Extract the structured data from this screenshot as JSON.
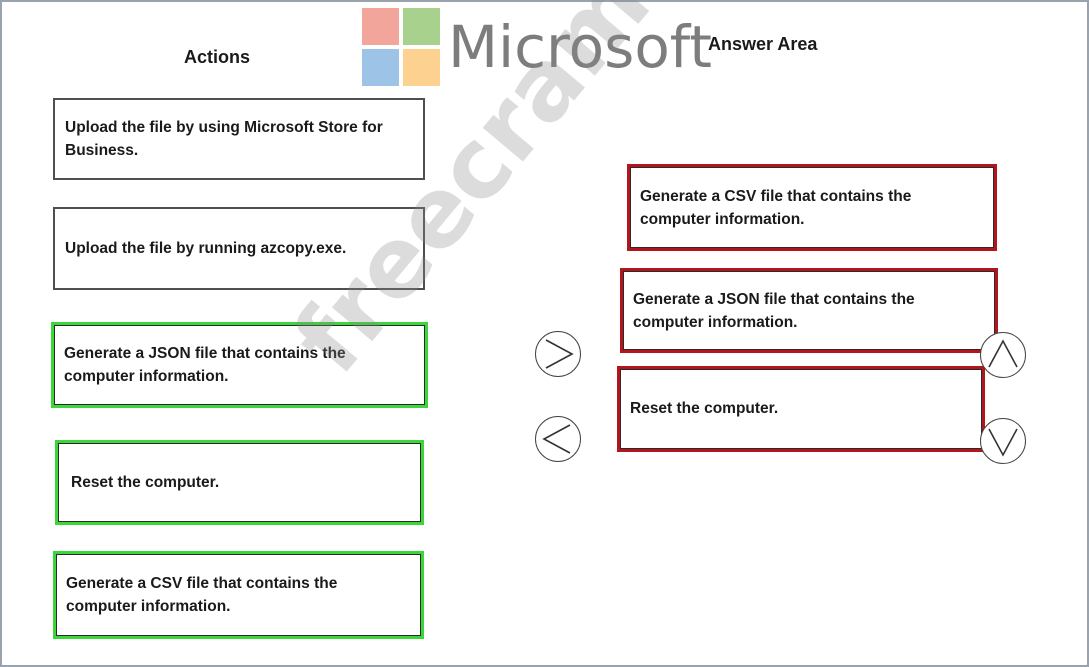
{
  "headings": {
    "actions": "Actions",
    "answer_area": "Answer Area"
  },
  "logo": {
    "text": "Microsoft",
    "colors": [
      "#f2a59b",
      "#a9d18e",
      "#9dc3e6",
      "#fdd18f"
    ]
  },
  "watermark": "freecram.net",
  "actions": [
    {
      "line1": "Upload the file by using Microsoft Store for",
      "line2": "Business."
    },
    {
      "line1": "Upload the file by running azcopy.exe.",
      "line2": ""
    },
    {
      "line1": "Generate a JSON file that contains the",
      "line2": "computer information."
    },
    {
      "line1": "Reset the computer.",
      "line2": ""
    },
    {
      "line1": "Generate a CSV file that contains the",
      "line2": "computer information."
    }
  ],
  "answers": [
    {
      "line1": "Generate a CSV file that contains the",
      "line2": "computer information."
    },
    {
      "line1": "Generate a JSON file that contains the",
      "line2": "computer information."
    },
    {
      "line1": "Reset the computer.",
      "line2": ""
    }
  ],
  "controls": {
    "move_right_icon": "arrow-right-icon",
    "move_left_icon": "arrow-left-icon",
    "move_up_icon": "arrow-up-icon",
    "move_down_icon": "arrow-down-icon"
  },
  "colors": {
    "selected_action": "#3ad63a",
    "answer_border": "#b3151d",
    "default_border": "#4f4f4f"
  }
}
